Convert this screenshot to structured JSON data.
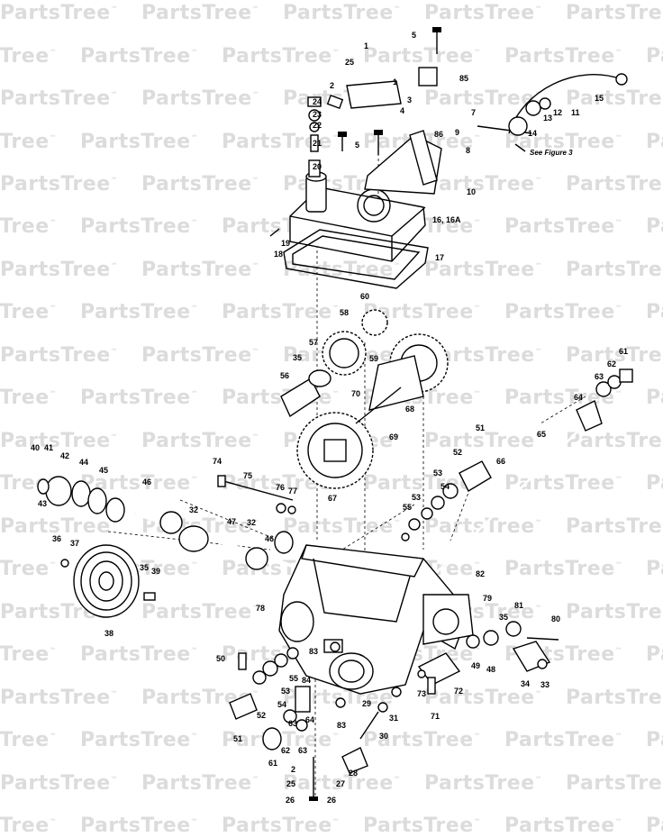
{
  "watermark": {
    "text": "PartsTree",
    "mark": "™"
  },
  "note": {
    "see_figure": "See Figure 3"
  },
  "callouts": [
    {
      "id": "c5a",
      "label": "5"
    },
    {
      "id": "c1a",
      "label": "1"
    },
    {
      "id": "c25a",
      "label": "25"
    },
    {
      "id": "c85",
      "label": "85"
    },
    {
      "id": "c1b",
      "label": "1"
    },
    {
      "id": "c24",
      "label": "24"
    },
    {
      "id": "c2a",
      "label": "2"
    },
    {
      "id": "c3",
      "label": "3"
    },
    {
      "id": "c4",
      "label": "4"
    },
    {
      "id": "c23",
      "label": "23"
    },
    {
      "id": "c22",
      "label": "22"
    },
    {
      "id": "c21",
      "label": "21"
    },
    {
      "id": "c5b",
      "label": "5"
    },
    {
      "id": "c20",
      "label": "20"
    },
    {
      "id": "c86",
      "label": "86"
    },
    {
      "id": "c9",
      "label": "9"
    },
    {
      "id": "c8",
      "label": "8"
    },
    {
      "id": "c7",
      "label": "7"
    },
    {
      "id": "c10",
      "label": "10"
    },
    {
      "id": "c15",
      "label": "15"
    },
    {
      "id": "c12",
      "label": "12"
    },
    {
      "id": "c11",
      "label": "11"
    },
    {
      "id": "c13",
      "label": "13"
    },
    {
      "id": "c14",
      "label": "14"
    },
    {
      "id": "c16",
      "label": "16, 16A"
    },
    {
      "id": "c19",
      "label": "19"
    },
    {
      "id": "c18",
      "label": "18"
    },
    {
      "id": "c17",
      "label": "17"
    },
    {
      "id": "c60",
      "label": "60"
    },
    {
      "id": "c58",
      "label": "58"
    },
    {
      "id": "c57",
      "label": "57"
    },
    {
      "id": "c59",
      "label": "59"
    },
    {
      "id": "c35a",
      "label": "35"
    },
    {
      "id": "c56",
      "label": "56"
    },
    {
      "id": "c70",
      "label": "70"
    },
    {
      "id": "c68",
      "label": "68"
    },
    {
      "id": "c61a",
      "label": "61"
    },
    {
      "id": "c62a",
      "label": "62"
    },
    {
      "id": "c63a",
      "label": "63"
    },
    {
      "id": "c64a",
      "label": "64"
    },
    {
      "id": "c69",
      "label": "69"
    },
    {
      "id": "c65",
      "label": "65"
    },
    {
      "id": "c51a",
      "label": "51"
    },
    {
      "id": "c52a",
      "label": "52"
    },
    {
      "id": "c66",
      "label": "66"
    },
    {
      "id": "c53a",
      "label": "53"
    },
    {
      "id": "c54a",
      "label": "54"
    },
    {
      "id": "c53b",
      "label": "53"
    },
    {
      "id": "c55a",
      "label": "55"
    },
    {
      "id": "c67",
      "label": "67"
    },
    {
      "id": "c40",
      "label": "40"
    },
    {
      "id": "c41",
      "label": "41"
    },
    {
      "id": "c42",
      "label": "42"
    },
    {
      "id": "c44",
      "label": "44"
    },
    {
      "id": "c45",
      "label": "45"
    },
    {
      "id": "c43",
      "label": "43"
    },
    {
      "id": "c46a",
      "label": "46"
    },
    {
      "id": "c74",
      "label": "74"
    },
    {
      "id": "c75",
      "label": "75"
    },
    {
      "id": "c76",
      "label": "76"
    },
    {
      "id": "c77",
      "label": "77"
    },
    {
      "id": "c32a",
      "label": "32"
    },
    {
      "id": "c47",
      "label": "47"
    },
    {
      "id": "c32b",
      "label": "32"
    },
    {
      "id": "c46b",
      "label": "46"
    },
    {
      "id": "c36",
      "label": "36"
    },
    {
      "id": "c37",
      "label": "37"
    },
    {
      "id": "c35b",
      "label": "35"
    },
    {
      "id": "c39",
      "label": "39"
    },
    {
      "id": "c38",
      "label": "38"
    },
    {
      "id": "c82",
      "label": "82"
    },
    {
      "id": "c78",
      "label": "78"
    },
    {
      "id": "c79",
      "label": "79"
    },
    {
      "id": "c81",
      "label": "81"
    },
    {
      "id": "c80",
      "label": "80"
    },
    {
      "id": "c35c",
      "label": "35"
    },
    {
      "id": "c83a",
      "label": "83"
    },
    {
      "id": "c50",
      "label": "50"
    },
    {
      "id": "c55b",
      "label": "55"
    },
    {
      "id": "c53c",
      "label": "53"
    },
    {
      "id": "c54b",
      "label": "54"
    },
    {
      "id": "c84",
      "label": "84"
    },
    {
      "id": "c52b",
      "label": "52"
    },
    {
      "id": "c63b",
      "label": "63"
    },
    {
      "id": "c64b",
      "label": "64"
    },
    {
      "id": "c49",
      "label": "49"
    },
    {
      "id": "c48",
      "label": "48"
    },
    {
      "id": "c34",
      "label": "34"
    },
    {
      "id": "c33",
      "label": "33"
    },
    {
      "id": "c73",
      "label": "73"
    },
    {
      "id": "c72",
      "label": "72"
    },
    {
      "id": "c71",
      "label": "71"
    },
    {
      "id": "c31",
      "label": "31"
    },
    {
      "id": "c29",
      "label": "29"
    },
    {
      "id": "c51b",
      "label": "51"
    },
    {
      "id": "c83b",
      "label": "83"
    },
    {
      "id": "c62b",
      "label": "62"
    },
    {
      "id": "c63c",
      "label": "63"
    },
    {
      "id": "c30",
      "label": "30"
    },
    {
      "id": "c61b",
      "label": "61"
    },
    {
      "id": "c2b",
      "label": "2"
    },
    {
      "id": "c28",
      "label": "28"
    },
    {
      "id": "c25b",
      "label": "25"
    },
    {
      "id": "c27",
      "label": "27"
    },
    {
      "id": "c26a",
      "label": "26"
    },
    {
      "id": "c26b",
      "label": "26"
    }
  ]
}
